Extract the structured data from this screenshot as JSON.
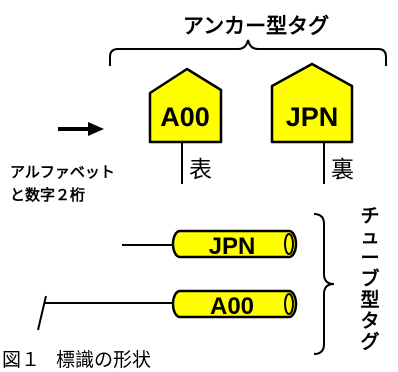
{
  "anchor_tag": {
    "title": "アンカー型タグ",
    "front_code": "A00",
    "back_code": "JPN",
    "front_label": "表",
    "back_label": "裏",
    "annotation_line1": "アルファベット",
    "annotation_line2": "と数字２桁"
  },
  "tube_tag": {
    "title_chars": [
      "チ",
      "ュ",
      "ー",
      "ブ",
      "型",
      "タ",
      "グ"
    ],
    "upper_code": "JPN",
    "lower_code": "A00"
  },
  "caption": {
    "number": "図１",
    "text": "標識の形状"
  },
  "colors": {
    "tag_fill": "#ffff00",
    "stroke": "#000000"
  }
}
